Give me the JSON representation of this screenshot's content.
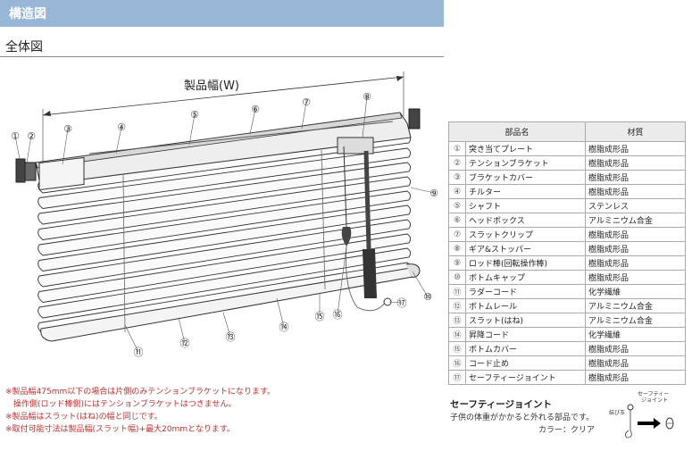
{
  "section_title": "構造図",
  "diagram_title": "全体図",
  "width_label": "製品幅(W)",
  "callouts": [
    "①",
    "②",
    "③",
    "④",
    "⑤",
    "⑥",
    "⑦",
    "⑧",
    "⑨",
    "⑩",
    "⑪",
    "⑫",
    "⑬",
    "⑭",
    "⑮",
    "⑯",
    "⑰"
  ],
  "table": {
    "headers": [
      "部品名",
      "材質"
    ],
    "rows": [
      {
        "no": "①",
        "name": "突き当てプレート",
        "material": "樹脂成形品"
      },
      {
        "no": "②",
        "name": "テンションブラケット",
        "material": "樹脂成形品"
      },
      {
        "no": "③",
        "name": "ブラケットカバー",
        "material": "樹脂成形品"
      },
      {
        "no": "④",
        "name": "チルター",
        "material": "樹脂成形品"
      },
      {
        "no": "⑤",
        "name": "シャフト",
        "material": "ステンレス"
      },
      {
        "no": "⑥",
        "name": "ヘッドボックス",
        "material": "アルミニウム合金"
      },
      {
        "no": "⑦",
        "name": "スラットクリップ",
        "material": "樹脂成形品"
      },
      {
        "no": "⑧",
        "name": "ギア&ストッパー",
        "material": "樹脂成形品"
      },
      {
        "no": "⑨",
        "name": "ロッド棒(回転操作棒)",
        "material": "樹脂成形品"
      },
      {
        "no": "⑩",
        "name": "ボトムキャップ",
        "material": "樹脂成形品"
      },
      {
        "no": "⑪",
        "name": "ラダーコード",
        "material": "化学繊維"
      },
      {
        "no": "⑫",
        "name": "ボトムレール",
        "material": "アルミニウム合金"
      },
      {
        "no": "⑬",
        "name": "スラット(はね)",
        "material": "アルミニウム合金"
      },
      {
        "no": "⑭",
        "name": "昇降コード",
        "material": "化学繊維"
      },
      {
        "no": "⑮",
        "name": "ボトムカバー",
        "material": "樹脂成形品"
      },
      {
        "no": "⑯",
        "name": "コード止め",
        "material": "樹脂成形品"
      },
      {
        "no": "⑰",
        "name": "セーフティージョイント",
        "material": "樹脂成形品"
      }
    ]
  },
  "notes": [
    "※製品幅475mm以下の場合は片側のみテンションブラケットになります。",
    "　操作側(ロッド棒側)にはテンションブラケットはつきません。",
    "※製品幅はスラット(はね)の幅と同じです。",
    "※取付可能寸法は製品幅(スラット幅)+最大20mmとなります。"
  ],
  "safety_joint": {
    "title": "セーフティージョイント",
    "description": "子供の体重がかかると外れる部品です。",
    "color": "カラー：クリア",
    "illustration_label_top": "セーフティー",
    "illustration_label_top2": "ジョイント",
    "illustration_label_side": "結び玉"
  }
}
